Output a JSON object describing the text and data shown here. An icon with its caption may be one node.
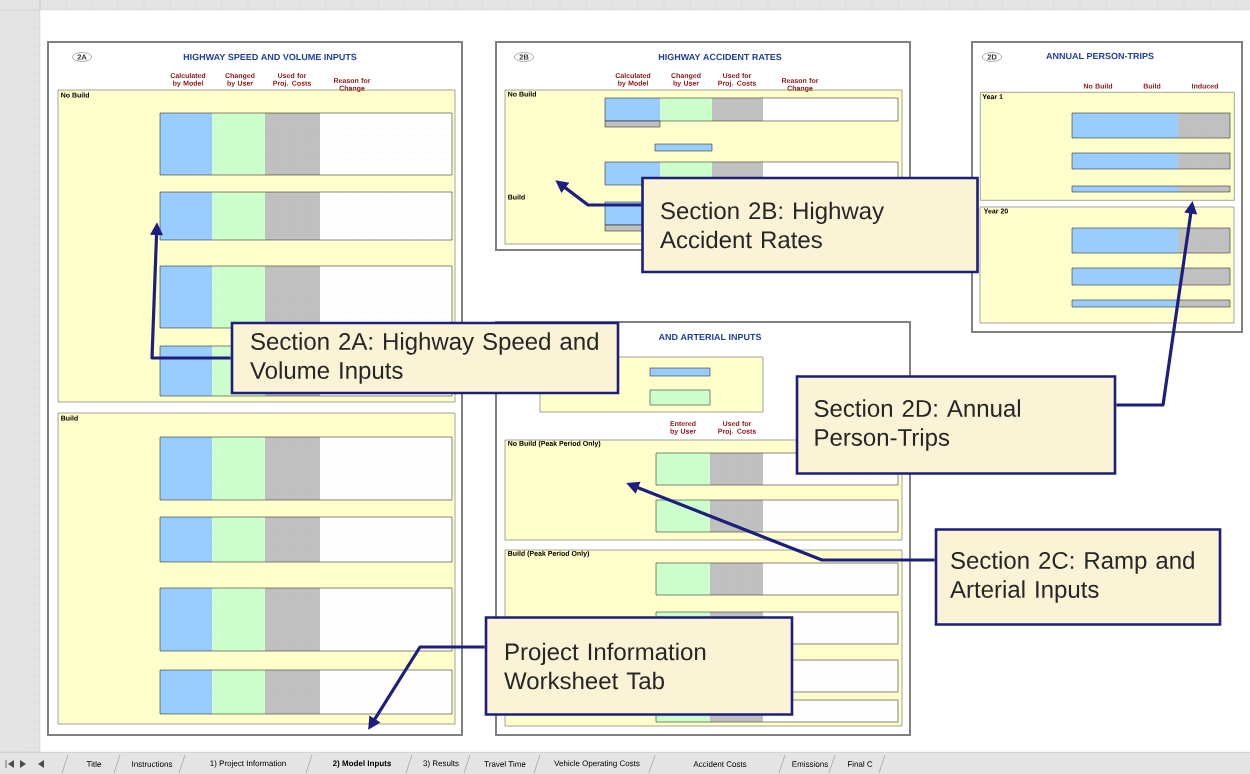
{
  "diagram": {
    "nodes": [
      {
        "text": [
          "Section 2A: Highway Speed and Volume Inputs"
        ]
      },
      {
        "text": [
          "Section 2B: Highway Accident Rates"
        ]
      },
      {
        "text": [
          "Section 2D: Annual Person-Trips"
        ]
      },
      {
        "text": [
          "Section 2C: Ramp and Arterial Inputs"
        ]
      },
      {
        "text": [
          "Project Information Worksheet Tab"
        ]
      },
      {
        "text": [
          "Year 1"
        ]
      }
    ],
    "edges": [
      {
        "from": 0,
        "to": null,
        "arrow": "to"
      },
      {
        "from": 1,
        "to": null,
        "arrow": "to"
      },
      {
        "from": 2,
        "to": 5,
        "arrow": "to"
      },
      {
        "from": 3,
        "to": null,
        "arrow": "to"
      },
      {
        "from": 4,
        "to": null,
        "arrow": "to"
      }
    ],
    "labels": [
      "2A",
      "HIGHWAY SPEED AND VOLUME INPUTS",
      "Calculated by Model",
      "Changed by User",
      "Used for Proj. Costs",
      "Reason for Change",
      "No Build",
      "Build",
      "2B",
      "HIGHWAY ACCIDENT RATES",
      "Calculated by Model",
      "Changed by User",
      "Used for Proj. Costs",
      "Reason for Change",
      "No Build",
      "Build",
      "2D",
      "ANNUAL PERSON-TRIPS",
      "No Build",
      "Build",
      "Induced",
      "Year 20",
      "AND ARTERIAL INPUTS",
      "Entered by User",
      "Used for Proj. Costs",
      "No Build (Peak Period Only)",
      "Build (Peak Period Only)",
      "Title",
      "Instructions",
      "1) Project Information",
      "2) Model Inputs",
      "3) Results",
      "Travel Time",
      "Vehicle Operating Costs",
      "Accident Costs",
      "Emissions",
      "Final C"
    ]
  }
}
